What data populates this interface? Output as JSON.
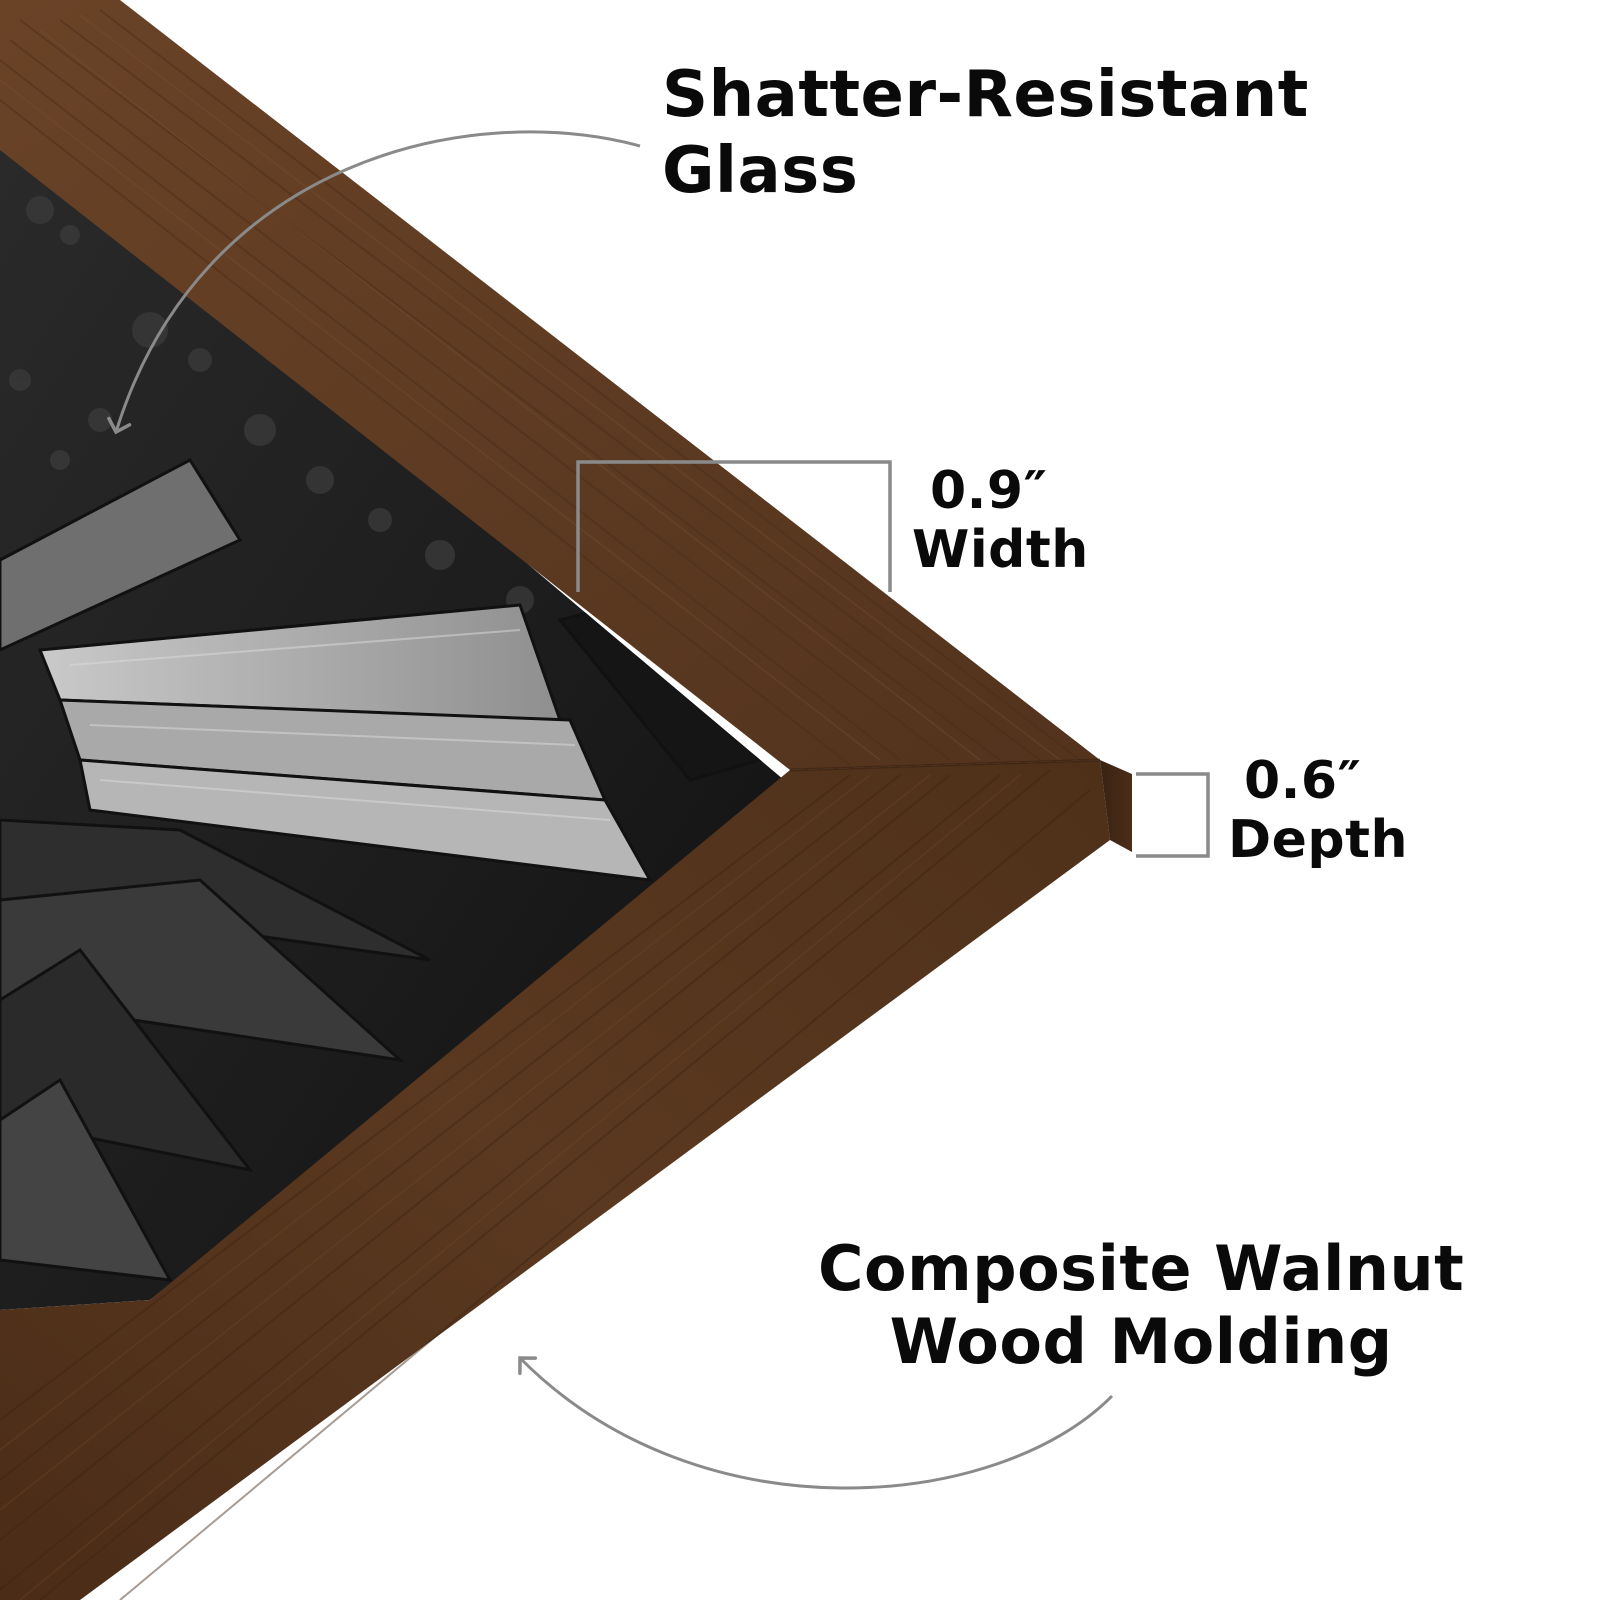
{
  "callouts": {
    "glass": {
      "line1": "Shatter-Resistant",
      "line2": "Glass"
    },
    "width": {
      "value": "0.9″",
      "label": "Width"
    },
    "depth": {
      "value": "0.6″",
      "label": "Depth"
    },
    "molding": {
      "line1": "Composite Walnut",
      "line2": "Wood Molding"
    }
  },
  "colors": {
    "background": "#ffffff",
    "text": "#0a0a0a",
    "frame_wood": "#5a3720",
    "frame_wood_dark": "#3f2615",
    "callout_line": "#8a8a8a",
    "photo_dark": "#1a1a1a",
    "photo_light": "#b8b8b8"
  }
}
